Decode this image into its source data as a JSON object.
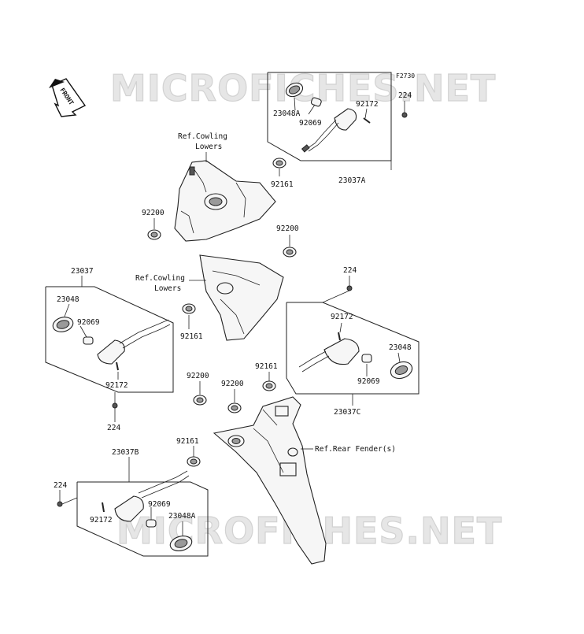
{
  "diagram": {
    "figure_code": "F2730",
    "front_label": "FRONT",
    "watermark": "MICROFICHES.NET",
    "notes": {
      "cowling_upper": "Ref.Cowling\nLowers",
      "cowling_lower": "Ref.Cowling\nLowers",
      "rear_fender": "Ref.Rear Fender(s)"
    },
    "labels": {
      "a_224": "224",
      "a_92172": "92172",
      "a_23048A": "23048A",
      "a_92069": "92069",
      "a_92161": "92161",
      "a_23037A": "23037A",
      "b_92200_top": "92200",
      "b_92200_mid": "92200",
      "c_23037": "23037",
      "c_23048": "23048",
      "c_92069": "92069",
      "c_92161": "92161",
      "c_92172": "92172",
      "c_224": "224",
      "d_224": "224",
      "d_92172": "92172",
      "d_23048": "23048",
      "d_92161": "92161",
      "d_92069": "92069",
      "d_23037C": "23037C",
      "e_92200_left": "92200",
      "e_92200_right": "92200",
      "f_23037B": "23037B",
      "f_92161": "92161",
      "f_224": "224",
      "f_92069": "92069",
      "f_92172": "92172",
      "f_23048A": "23048A"
    }
  }
}
